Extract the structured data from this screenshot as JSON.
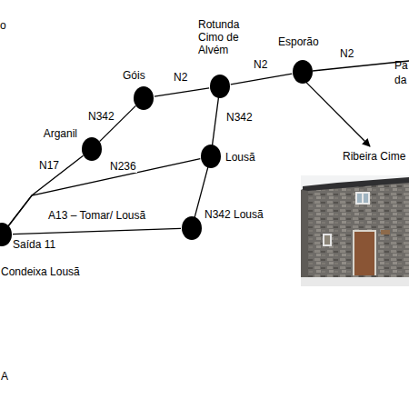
{
  "diagram": {
    "nodes": [
      {
        "text": [
          "Rotunda Cimo de Alvém"
        ]
      },
      {
        "text": [
          "Esporão"
        ]
      },
      {
        "text": [
          "Góis"
        ]
      },
      {
        "text": [
          "Arganil"
        ]
      },
      {
        "text": [
          "Lousã"
        ]
      },
      {
        "text": [
          "N342 Lousã"
        ]
      },
      {
        "text": [
          "Saída 11",
          "Condeixa Lousã"
        ]
      },
      {
        "text": [
          "Ribeira Cime"
        ]
      }
    ],
    "edges": [
      {
        "from": 6,
        "to": 3,
        "label": "N17",
        "arrow": "none"
      },
      {
        "from": 4,
        "to": 6,
        "label": "N236",
        "arrow": "none"
      },
      {
        "from": 6,
        "to": 5,
        "label": "A13 – Tomar/ Lousã",
        "arrow": "none"
      },
      {
        "from": 5,
        "to": 4,
        "arrow": "none"
      },
      {
        "from": 3,
        "to": 2,
        "label": "N342",
        "arrow": "none"
      },
      {
        "from": 2,
        "to": 0,
        "label": "N2",
        "arrow": "none"
      },
      {
        "from": 0,
        "to": 1,
        "label": "N2",
        "arrow": "none"
      },
      {
        "from": 0,
        "to": 4,
        "label": "N342",
        "arrow": "none"
      },
      {
        "from": 1,
        "to": 7,
        "arrow": "to"
      }
    ],
    "labels": [
      "o",
      "N2",
      "Pa",
      "da",
      "A"
    ]
  }
}
